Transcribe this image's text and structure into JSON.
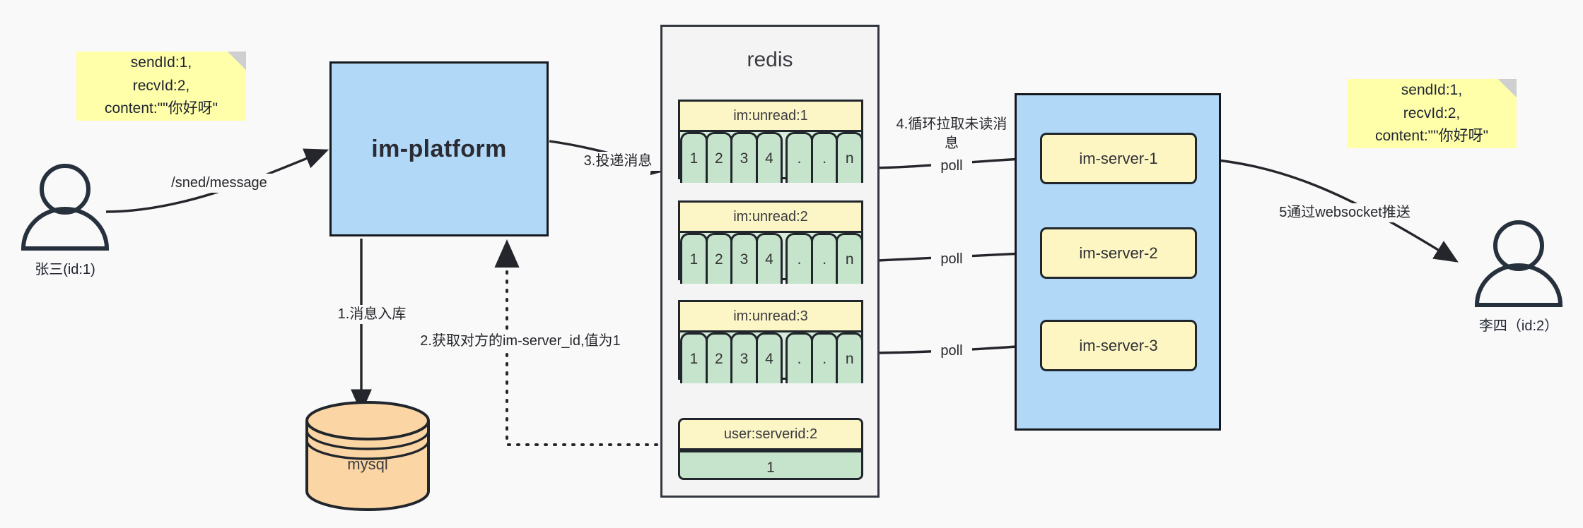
{
  "diagram": {
    "title": "IM message delivery architecture",
    "colors": {
      "note_yellow": "#ffffaa",
      "process_blue": "#b1d9f7",
      "key_header_yellow": "#fcf6c6",
      "queue_green": "#c6e4cc",
      "db_orange": "#fbd6a4",
      "stroke_dark": "#21262c",
      "canvas_bg": "#f9f9f9"
    },
    "notes": [
      {
        "id": "note-left",
        "text": "sendId:1,\nrecvId:2,\ncontent:\"\"你好呀\""
      },
      {
        "id": "note-right",
        "text": "sendId:1,\nrecvId:2,\ncontent:\"\"你好呀\""
      }
    ],
    "actors": [
      {
        "id": "actor-sender",
        "label": "张三(id:1)"
      },
      {
        "id": "actor-receiver",
        "label": "李四（id:2）"
      }
    ],
    "platform": {
      "label": "im-platform"
    },
    "database": {
      "label": "mysql"
    },
    "redis": {
      "title": "redis",
      "keys": [
        {
          "name": "im:unread:1",
          "cells": [
            "1",
            "2",
            "3",
            "4",
            ".",
            ".",
            "n"
          ]
        },
        {
          "name": "im:unread:2",
          "cells": [
            "1",
            "2",
            "3",
            "4",
            ".",
            ".",
            "n"
          ]
        },
        {
          "name": "im:unread:3",
          "cells": [
            "1",
            "2",
            "3",
            "4",
            ".",
            ".",
            "n"
          ]
        }
      ],
      "server_key": {
        "name": "user:serverid:2",
        "value": "1"
      }
    },
    "servers": {
      "nodes": [
        {
          "label": "im-server-1"
        },
        {
          "label": "im-server-2"
        },
        {
          "label": "im-server-3"
        }
      ]
    },
    "edges": {
      "send_message": "/sned/message",
      "step1": "1.消息入库",
      "step2": "2.获取对方的im-server_id,值为1",
      "step3": "3.投递消息",
      "step4": "4.循环拉取未读消\n息",
      "step5": "5通过websocket推送",
      "poll1": "poll",
      "poll2": "poll",
      "poll3": "poll"
    }
  }
}
